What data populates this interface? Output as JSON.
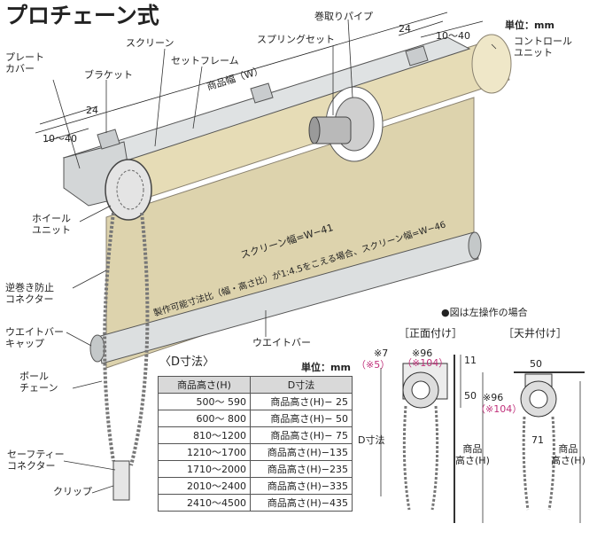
{
  "title": "プロチェーン式",
  "unit_top": "単位：mm",
  "labels": {
    "plate_cover": "プレート\nカバー",
    "bracket": "ブラケット",
    "screen": "スクリーン",
    "set_frame": "セットフレーム",
    "product_width": "商品幅（W）",
    "spring_set": "スプリングセット",
    "roll_pipe": "巻取りパイプ",
    "control_unit": "コントロール\nユニット",
    "wheel_unit": "ホイール\nユニット",
    "reverse_stopper": "逆巻き防止\nコネクター",
    "weight_bar_cap": "ウエイトバー\nキャップ",
    "weight_bar": "ウエイトバー",
    "ball_chain": "ボール\nチェーン",
    "safety_connector": "セーフティー\nコネクター",
    "clip": "クリップ",
    "screen_width_1": "スクリーン幅=W−41",
    "screen_width_note": "製作可能寸法比（幅・高さ比）が1:4.5をこえる場合、スクリーン幅=W−46",
    "dim_24_left": "24",
    "dim_10_40_left": "10〜40",
    "dim_24_right": "24",
    "dim_10_40_right": "10〜40"
  },
  "d_table": {
    "caption": "〈D寸法〉",
    "unit": "単位：mm",
    "headers": [
      "商品高さ(H)",
      "D寸法"
    ],
    "rows": [
      [
        "500〜  590",
        "商品高さ(H)−  25"
      ],
      [
        "600〜  800",
        "商品高さ(H)−  50"
      ],
      [
        "810〜1200",
        "商品高さ(H)−  75"
      ],
      [
        "1210〜1700",
        "商品高さ(H)−135"
      ],
      [
        "1710〜2000",
        "商品高さ(H)−235"
      ],
      [
        "2010〜2400",
        "商品高さ(H)−335"
      ],
      [
        "2410〜4500",
        "商品高さ(H)−435"
      ]
    ]
  },
  "side_views": {
    "note": "●図は左操作の場合",
    "front_mount": "［正面付け］",
    "ceiling_mount": "［天井付け］",
    "front": {
      "ref7": "※7",
      "ref5": "（※5）",
      "ref96": "※96",
      "ref104": "（※104）",
      "dim11": "11",
      "dim50": "50",
      "d_dim": "D寸法",
      "height": "商品\n高さ(H)"
    },
    "ceiling": {
      "dim50": "50",
      "ref96": "※96",
      "ref104": "（※104）",
      "dim71": "71",
      "height": "商品\n高さ(H)"
    }
  },
  "colors": {
    "screen": "#ddd3ad",
    "frame": "#cfd2d3",
    "pink": "#c0307a"
  }
}
